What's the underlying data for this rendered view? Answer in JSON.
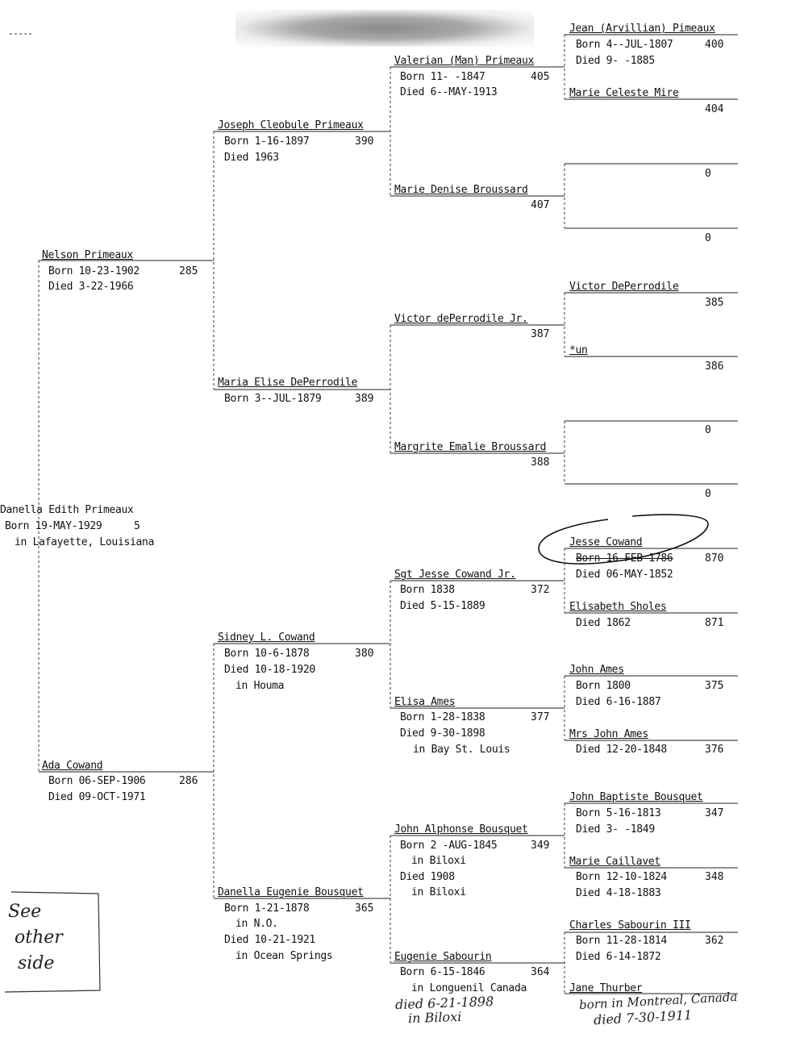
{
  "root": {
    "name": "Danella Edith Primeaux",
    "born": "Born 19-MAY-1929",
    "num": "5",
    "place": "in Lafayette, Louisiana"
  },
  "parents": {
    "father": {
      "name": "Nelson Primeaux",
      "born": "Born 10-23-1902",
      "died": "Died 3-22-1966",
      "num": "285"
    },
    "mother": {
      "name": "Ada Cowand",
      "born": "Born 06-SEP-1906",
      "died": "Died 09-OCT-1971",
      "num": "286"
    }
  },
  "grandparents": {
    "g1": {
      "name": "Joseph Cleobule Primeaux",
      "born": "Born 1-16-1897",
      "died": "Died 1963",
      "num": "390"
    },
    "g2": {
      "name": "Maria Elise DePerrodile",
      "born": "Born 3--JUL-1879",
      "num": "389"
    },
    "g3": {
      "name": "Sidney L. Cowand",
      "born": "Born 10-6-1878",
      "died": "Died 10-18-1920",
      "place": "in Houma",
      "num": "380"
    },
    "g4": {
      "name": "Danella Eugenie Bousquet",
      "born": "Born 1-21-1878",
      "bplace": "in N.O.",
      "died": "Died 10-21-1921",
      "dplace": "in Ocean Springs",
      "num": "365"
    }
  },
  "greatgrandparents": {
    "gg1": {
      "name": "Valerian (Man) Primeaux",
      "born": "Born 11- -1847",
      "died": "Died 6--MAY-1913",
      "num": "405"
    },
    "gg2": {
      "name": "Marie Denise Broussard",
      "num": "407"
    },
    "gg3": {
      "name": "Victor dePerrodile Jr.",
      "num": "387"
    },
    "gg4": {
      "name": "Margrite Emalie Broussard",
      "num": "388"
    },
    "gg5": {
      "name": "Sgt Jesse Cowand Jr.",
      "born": "Born 1838",
      "died": "Died 5-15-1889",
      "num": "372"
    },
    "gg6": {
      "name": "Elisa Ames",
      "born": "Born 1-28-1838",
      "died": "Died 9-30-1898",
      "place": "in Bay St. Louis",
      "num": "377"
    },
    "gg7": {
      "name": "John Alphonse Bousquet",
      "born": "Born 2 -AUG-1845",
      "bplace": "in Biloxi",
      "died": "Died 1908",
      "dplace": "in Biloxi",
      "num": "349"
    },
    "gg8": {
      "name": "Eugenie Sabourin",
      "born": "Born 6-15-1846",
      "place": "in Longuenil Canada",
      "num": "364"
    }
  },
  "gggrandparents": {
    "a1": {
      "name": "Jean (Arvillian) Pimeaux",
      "born": "Born 4--JUL-1807",
      "died": "Died 9- -1885",
      "num": "400"
    },
    "a2": {
      "name": "Marie Celeste Mire",
      "num": "404"
    },
    "a3": {
      "name": "",
      "num": "0"
    },
    "a4": {
      "name": "",
      "num": "0"
    },
    "a5": {
      "name": "Victor DePerrodile",
      "num": "385"
    },
    "a6": {
      "name": "*un",
      "num": "386"
    },
    "a7": {
      "name": "",
      "num": "0"
    },
    "a8": {
      "name": "",
      "num": "0"
    },
    "a9": {
      "name": "Jesse Cowand",
      "born": "Born 16-FEB-1786",
      "died": "Died 06-MAY-1852",
      "num": "870"
    },
    "a10": {
      "name": "Elisabeth Sholes",
      "died": "Died 1862",
      "num": "871"
    },
    "a11": {
      "name": "John Ames",
      "born": "Born 1800",
      "died": "Died 6-16-1887",
      "num": "375"
    },
    "a12": {
      "name": "Mrs John Ames",
      "died": "Died 12-20-1848",
      "num": "376"
    },
    "a13": {
      "name": "John Baptiste Bousquet",
      "born": "Born 5-16-1813",
      "died": "Died 3- -1849",
      "num": "347"
    },
    "a14": {
      "name": "Marie Caillavet",
      "born": "Born 12-10-1824",
      "died": "Died 4-18-1883",
      "num": "348"
    },
    "a15": {
      "name": "Charles Sabourin III",
      "born": "Born 11-28-1814",
      "died": "Died 6-14-1872",
      "num": "362"
    },
    "a16": {
      "name": "Jane Thurber",
      "num": ""
    }
  },
  "handwritten": {
    "side_note": [
      "See",
      "other",
      "side"
    ],
    "eugenie_note": [
      "died 6-21-1898",
      "in Biloxi"
    ],
    "jane_note": [
      "born in Montreal, Canada",
      "died 7-30-1911"
    ]
  }
}
